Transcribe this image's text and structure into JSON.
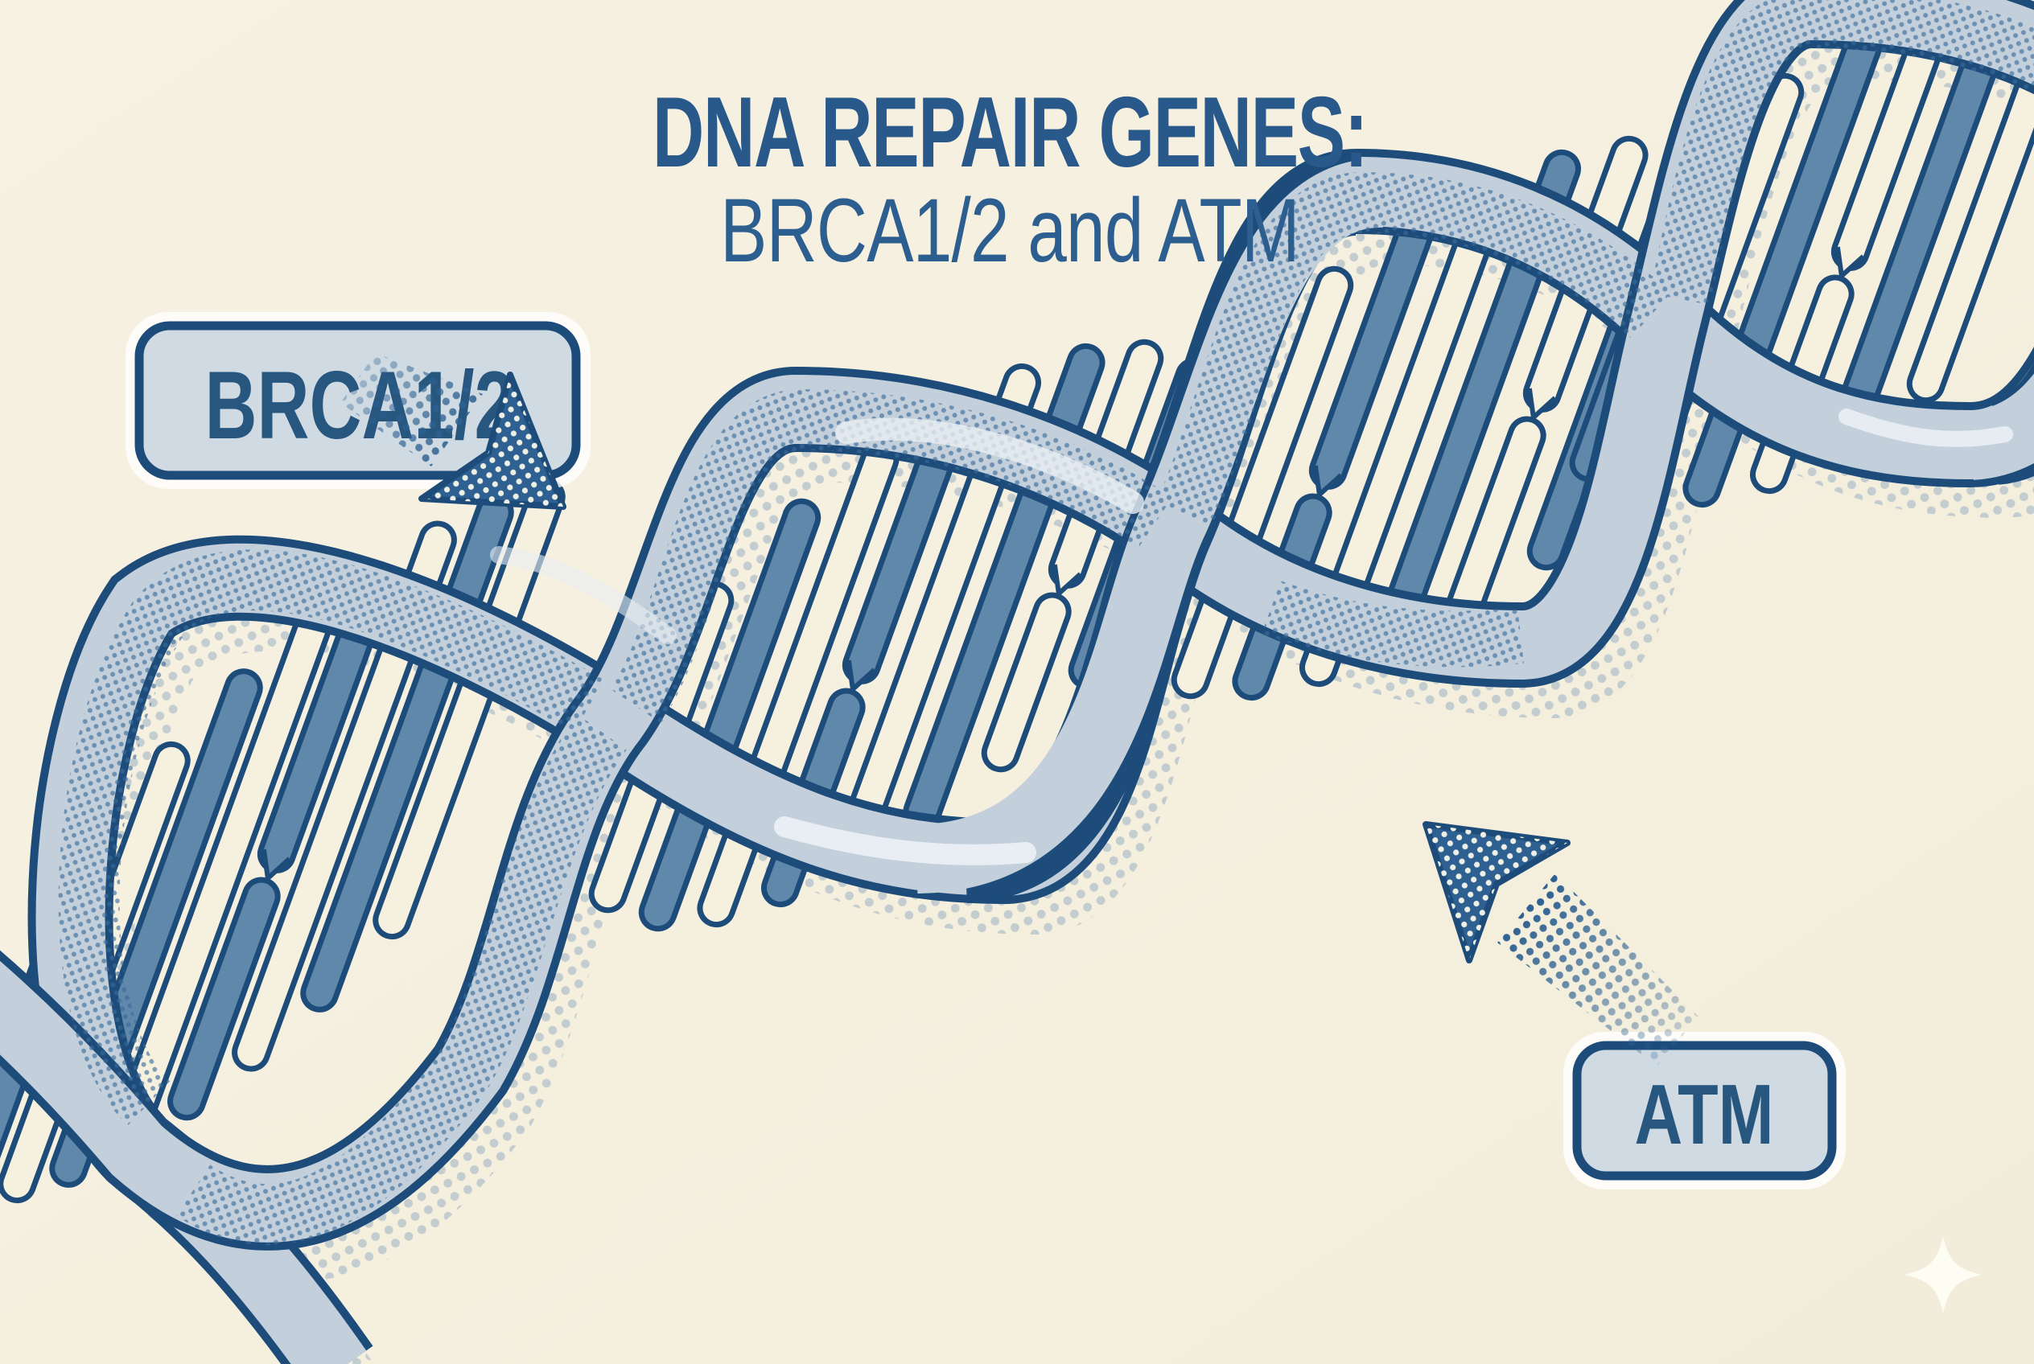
{
  "title": {
    "line1": "DNA REPAIR GENES:",
    "line2": "BRCA1/2 and ATM"
  },
  "labels": {
    "brca": "BRCA1/2",
    "atm": "ATM"
  },
  "icons": {
    "brca_arrow": "halftone-arrow-down-right",
    "atm_arrow": "halftone-arrow-up-left",
    "sparkle": "four-point-star"
  },
  "colors": {
    "background": "#f5f0e1",
    "outline_navy": "#1d4c7a",
    "ribbon_light": "#c3d0db",
    "ribbon_halftone_dot": "#3a6b9a",
    "rung_blue": "#5f88ab",
    "rung_cream": "#f6f0df",
    "title_blue": "#29588a",
    "label_box_fill": "#cfdae3",
    "shadow_dot": "#93acc2",
    "sparkle_white": "#fffef6"
  }
}
